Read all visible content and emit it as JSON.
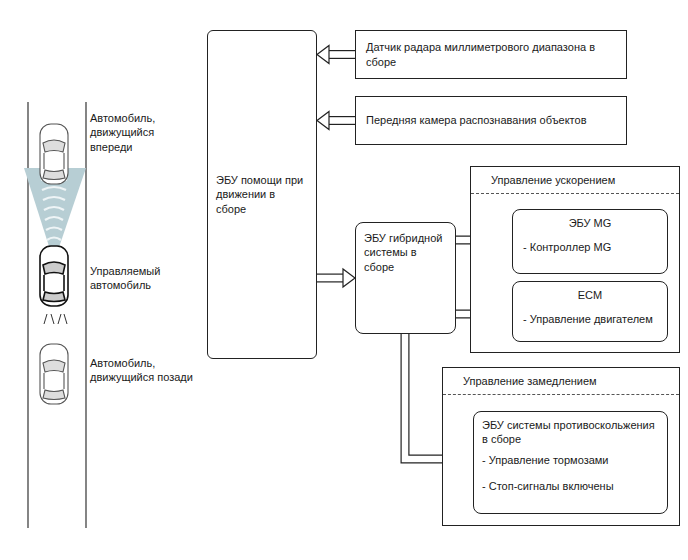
{
  "diagram": {
    "nodes": [
      {
        "text": [
          "ЭБУ помощи при движении в сборе"
        ]
      },
      {
        "text": [
          "Датчик радара миллиметрового диапазона в сборе"
        ]
      },
      {
        "text": [
          "Передняя камера распознавания объектов"
        ]
      },
      {
        "text": [
          "ЭБУ гибридной системы в сборе"
        ]
      },
      {
        "text": [
          "Управление ускорением"
        ]
      },
      {
        "text": [
          "ЭБУ MG",
          "- Контроллер MG"
        ],
        "in": 4
      },
      {
        "text": [
          "ECM",
          "- Управление двигателем"
        ],
        "in": 4
      },
      {
        "text": [
          "Управление замедлением"
        ]
      },
      {
        "text": [
          "ЭБУ системы противоскольжения в сборе",
          "- Управление тормозами",
          "- Стоп-сигналы включены"
        ],
        "in": 7
      }
    ],
    "edges": [
      {
        "from": 1,
        "to": 0,
        "arrow": "to"
      },
      {
        "from": 2,
        "to": 0,
        "arrow": "to"
      },
      {
        "from": 0,
        "to": 3,
        "arrow": "to"
      },
      {
        "from": 3,
        "to": 5,
        "arrow": "to"
      },
      {
        "from": 3,
        "to": 6,
        "arrow": "to"
      },
      {
        "from": 3,
        "to": 8,
        "arrow": "to"
      }
    ],
    "labels": [
      "Автомобиль, движущийся впереди",
      "Управляемый автомобиль",
      "Автомобиль, движущийся позади"
    ]
  }
}
